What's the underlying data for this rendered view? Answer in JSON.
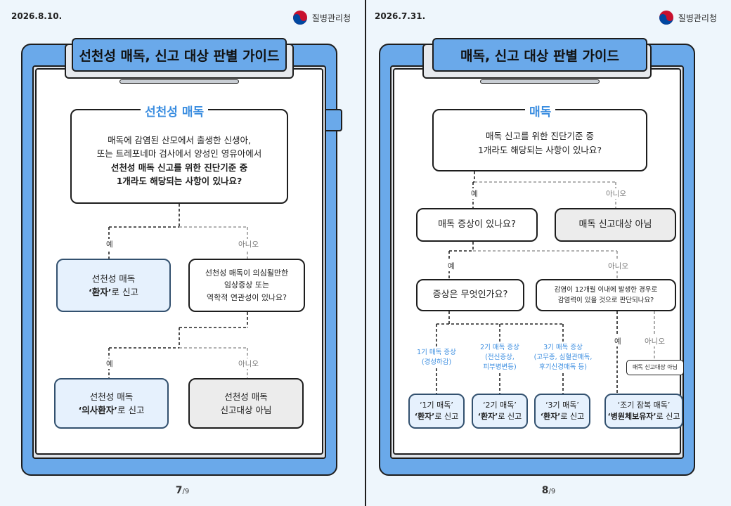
{
  "left": {
    "date": "2026.8.10.",
    "agency": "질병관리청",
    "title": "선천성 매독, 신고 대상 판별 가이드",
    "section": "선천성 매독",
    "question": [
      "매독에 감염된 산모에서 출생한 신생아,",
      "또는 트레포네마 검사에서 양성인 영유아에서",
      "선천성 매독 신고를 위한 진단기준 중",
      "1개라도 해당되는 사항이 있나요?"
    ],
    "yes": "예",
    "no": "아니오",
    "yes2": "예",
    "no2": "아니오",
    "report1": {
      "line1": "선천성 매독",
      "bold": "‘환자’",
      "rest": "로 신고"
    },
    "question2": [
      "선천성 매독이 의심될만한",
      "임상증상 또는",
      "역학적 연관성이 있나요?"
    ],
    "report2": {
      "line1": "선천성 매독",
      "bold": "‘의사환자’",
      "rest": "로 신고"
    },
    "notTarget": [
      "선천성 매독",
      "신고대상 아님"
    ],
    "page": "7",
    "total": "/9"
  },
  "right": {
    "date": "2026.7.31.",
    "agency": "질병관리청",
    "title": "매독, 신고 대상 판별 가이드",
    "section": "매독",
    "question": [
      "매독 신고를 위한 진단기준 중",
      "1개라도 해당되는 사항이 있나요?"
    ],
    "yes": "예",
    "no": "아니오",
    "symptomQ": "매독 증상이 있나요?",
    "notTarget": "매독 신고대상 아님",
    "yes2": "예",
    "no2": "아니오",
    "whatQ": "증상은 무엇인가요?",
    "infectQ": [
      "감염이 12개월 이내에 발생한 경우로",
      "감염력이 있을 것으로 판단되나요?"
    ],
    "yes3": "예",
    "no3": "아니오",
    "cat1": [
      "1기 매독 증상",
      "(경성하감)"
    ],
    "cat2": [
      "2기 매독 증상",
      "(전신증상,",
      "피부병변등)"
    ],
    "cat3": [
      "3기 매독 증상",
      "(고무종, 심혈관매독,",
      "후기신경매독 등)"
    ],
    "r1": {
      "line1": "‘1기 매독’",
      "bold": "‘환자’",
      "rest": "로 신고"
    },
    "r2": {
      "line1": "‘2기 매독’",
      "bold": "‘환자’",
      "rest": "로 신고"
    },
    "r3": {
      "line1": "‘3기 매독’",
      "bold": "‘환자’",
      "rest": "로 신고"
    },
    "r4": {
      "line1": "‘조기 잠복 매독’",
      "bold": "‘병원체보유자’",
      "rest": "로 신고"
    },
    "notTarget2": "매독 신고대상 아님",
    "page": "8",
    "total": "/9"
  },
  "colors": {
    "accent": "#3a8de0",
    "board": "#6aa9ea",
    "blueBox": "#e6f1fd",
    "grayBox": "#ececec"
  }
}
